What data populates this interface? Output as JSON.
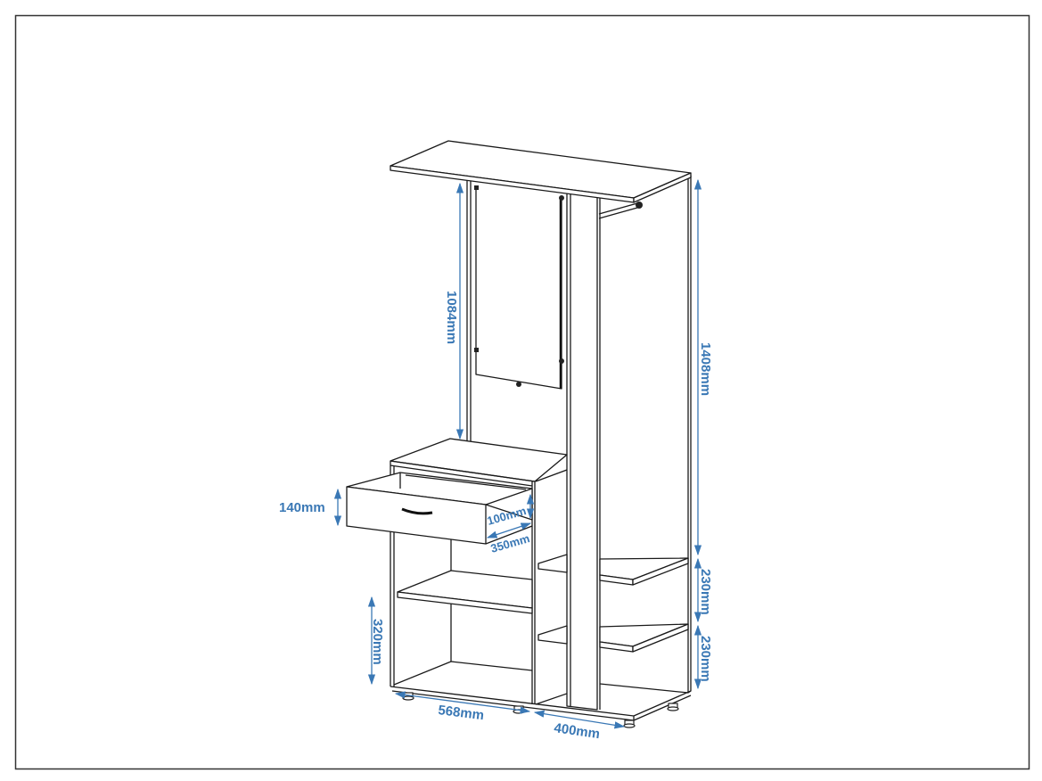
{
  "drawing": {
    "accent_color": "#3a78b5",
    "dimensions": {
      "mirror_height": "1084mm",
      "total_height": "1408mm",
      "upper_shelf_spacing": "230mm",
      "lower_shelf_spacing": "230mm",
      "drawer_height": "140mm",
      "lower_compartment_height": "320mm",
      "cabinet_width": "568mm",
      "shelf_width": "400mm",
      "drawer_inner_height": "100mm",
      "drawer_depth": "350mm"
    }
  }
}
